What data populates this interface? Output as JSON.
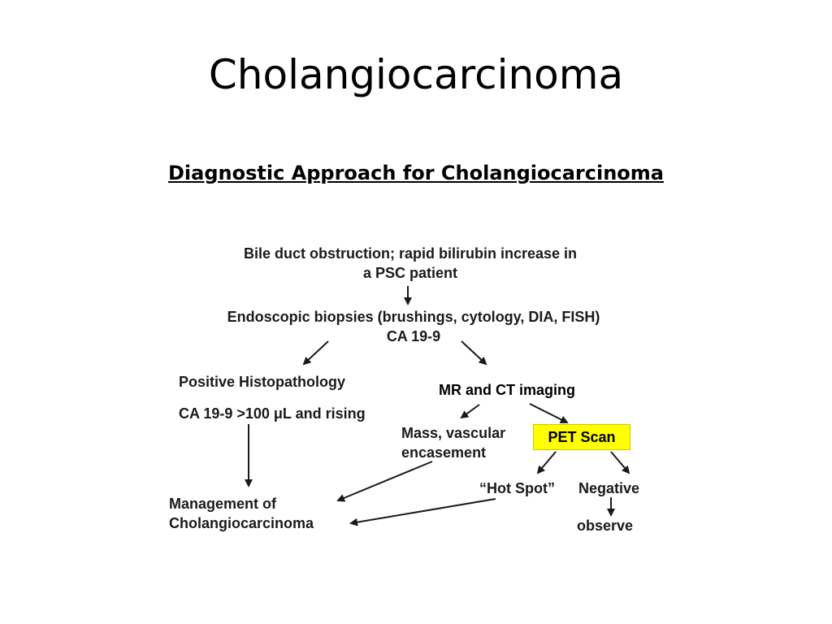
{
  "slide": {
    "title": "Cholangiocarcinoma",
    "subtitle": "Diagnostic Approach for Cholangiocarcinoma"
  },
  "flowchart": {
    "bile_obstruction": {
      "line1": "Bile duct obstruction; rapid bilirubin increase in",
      "line2": "a PSC patient"
    },
    "endoscopic": {
      "line1": "Endoscopic biopsies (brushings, cytology, DIA, FISH)",
      "line2": "CA 19-9"
    },
    "positive_histopathology": "Positive Histopathology",
    "ca199": "CA 19-9 >100 μL and rising",
    "mr_ct": "MR and CT imaging",
    "mass": {
      "line1": "Mass, vascular",
      "line2": "encasement"
    },
    "pet_scan": "PET Scan",
    "hot_spot": "“Hot Spot”",
    "negative": "Negative",
    "observe": "observe",
    "management": {
      "line1": "Management of",
      "line2": "Cholangiocarcinoma"
    }
  },
  "colors": {
    "pet_highlight": "#ffff00",
    "text": "#000000"
  }
}
